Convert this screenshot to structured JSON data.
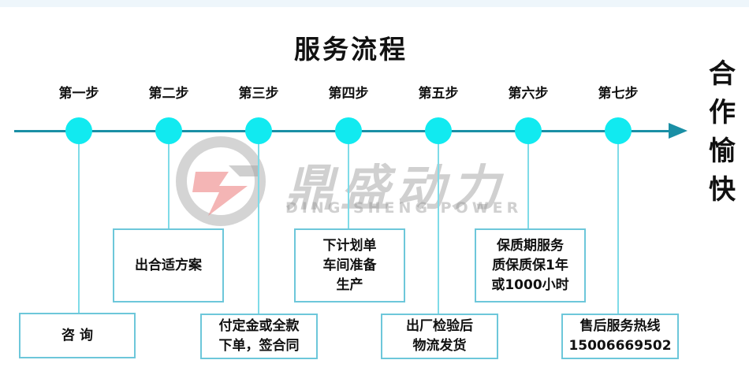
{
  "title": "服务流程",
  "side_title": [
    "合",
    "作",
    "愉",
    "快"
  ],
  "steps": [
    {
      "label": "第一步",
      "box_lines": [
        "咨 询"
      ]
    },
    {
      "label": "第二步",
      "box_lines": [
        "出合适方案"
      ]
    },
    {
      "label": "第三步",
      "box_lines": [
        "付定金或全款",
        "下单，签合同"
      ]
    },
    {
      "label": "第四步",
      "box_lines": [
        "下计划单",
        "车间准备",
        "生产"
      ]
    },
    {
      "label": "第五步",
      "box_lines": [
        "出厂检验后",
        "物流发货"
      ]
    },
    {
      "label": "第六步",
      "box_lines": [
        "保质期服务",
        "质保质保1年",
        "或1000小时"
      ]
    },
    {
      "label": "第七步",
      "box_lines": [
        "售后服务热线",
        "15006669502"
      ]
    }
  ],
  "watermark": {
    "cn": "鼎盛动力",
    "en": "DING SHENG POWER"
  },
  "colors": {
    "timeline": "#1a8fa5",
    "node": "#11eaf0",
    "box_border": "#6dc7da",
    "connector": "#7fdbe8"
  }
}
